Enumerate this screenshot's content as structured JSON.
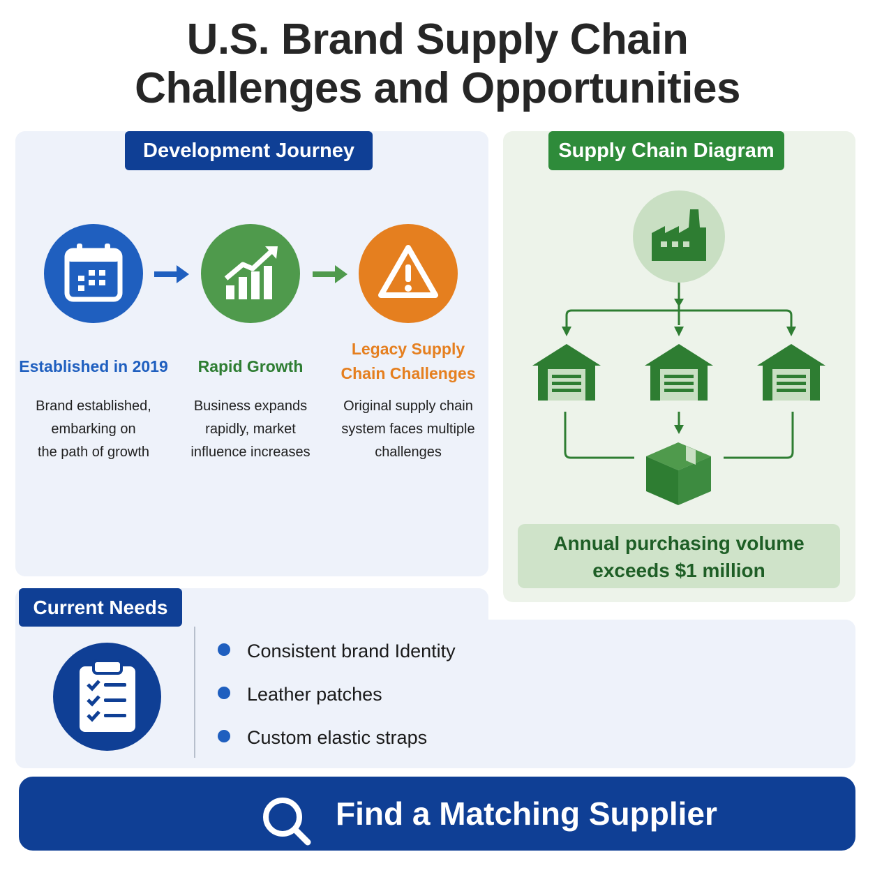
{
  "title": {
    "line1": "U.S. Brand Supply Chain",
    "line2": "Challenges and Opportunities"
  },
  "journey": {
    "heading": "Development Journey",
    "steps": [
      {
        "icon": "calendar-icon",
        "color": "#1f5fbf",
        "title": "Established in 2019",
        "desc": [
          "Brand established,",
          "embarking on",
          "the path of growth"
        ]
      },
      {
        "icon": "growth-chart-icon",
        "color": "#4f9a4c",
        "title": "Rapid Growth",
        "desc": [
          "Business expands",
          "rapidly, market",
          "influence increases"
        ]
      },
      {
        "icon": "warning-icon",
        "color": "#e57f1f",
        "title_lines": [
          "Legacy Supply",
          "Chain Challenges"
        ],
        "desc": [
          "Original supply chain",
          "system faces multiple",
          "challenges"
        ]
      }
    ]
  },
  "supply": {
    "heading": "Supply Chain Diagram",
    "volume_line1": "Annual purchasing volume",
    "volume_line2": "exceeds $1 million"
  },
  "needs": {
    "heading": "Current Needs",
    "items": [
      "Consistent brand Identity",
      "Leather patches",
      "Custom elastic straps"
    ]
  },
  "cta": {
    "label": "Find a Matching Supplier"
  },
  "colors": {
    "navy": "#0f3f95",
    "blue": "#1f5fbf",
    "green": "#2e8b3a",
    "orange": "#e57f1f"
  }
}
